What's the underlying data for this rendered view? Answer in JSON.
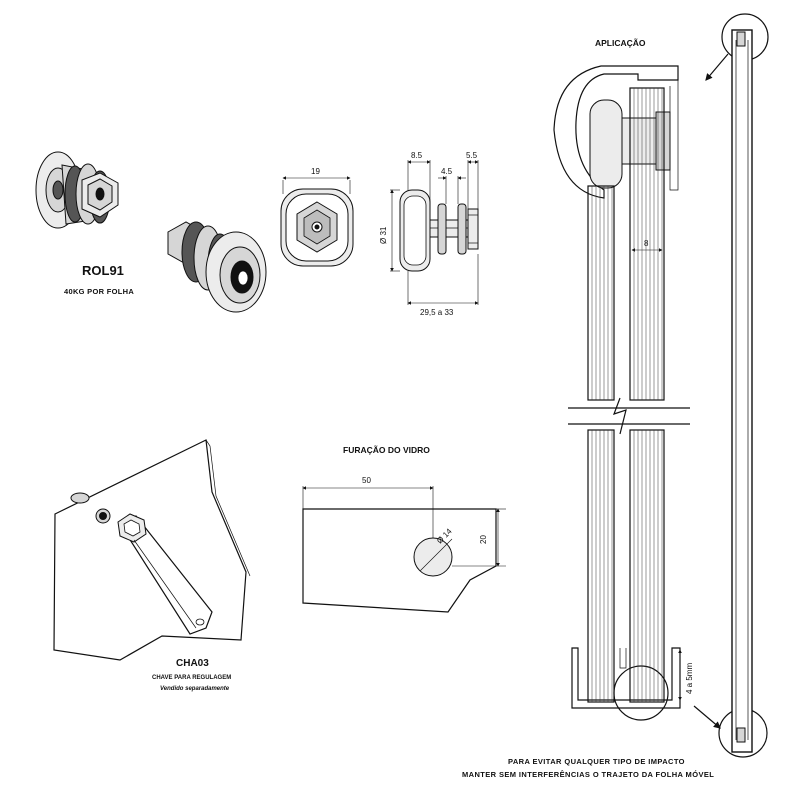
{
  "product": {
    "code": "ROL91",
    "capacity": "40KG POR FOLHA"
  },
  "dimensions": {
    "wheel_width": "19",
    "wheel_diameter": "Ø 31",
    "d1": "8.5",
    "d2": "4.5",
    "d3": "5.5",
    "total_length": "29,5  a  33"
  },
  "tool": {
    "code": "CHA03",
    "description": "CHAVE PARA REGULAGEM",
    "sold_separately": "Vendido separadamente"
  },
  "glass_drilling": {
    "title": "FURAÇÃO DO VIDRO",
    "width": "50",
    "height": "20",
    "hole": "Ø 14"
  },
  "application": {
    "title": "APLICAÇÃO",
    "gap": "8",
    "clearance": "4 a 5mm",
    "note_line1": "PARA EVITAR QUALQUER TIPO DE IMPACTO",
    "note_line2": "MANTER SEM INTERFERÊNCIAS O TRAJETO DA FOLHA MÓVEL"
  }
}
